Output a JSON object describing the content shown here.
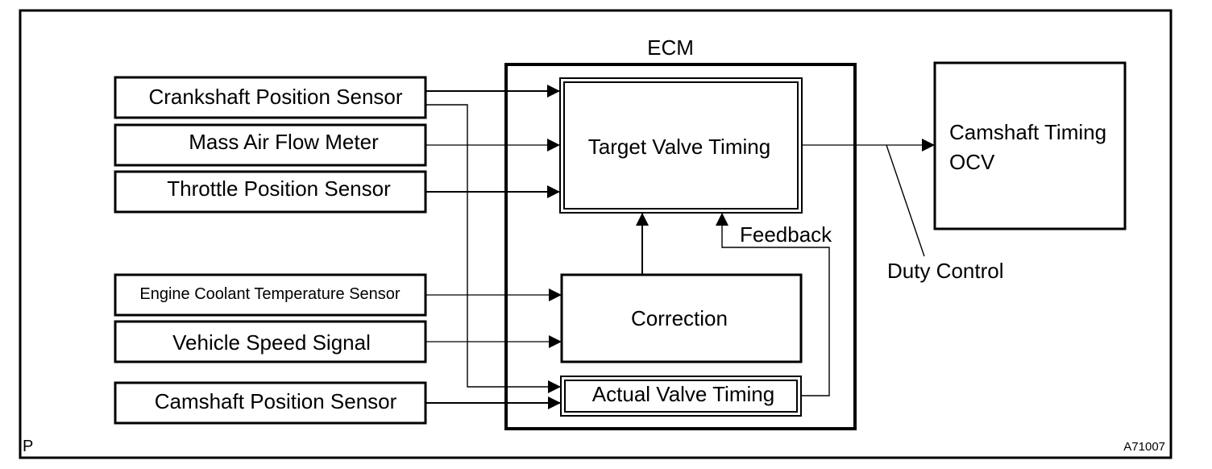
{
  "frame": {
    "corner_label": "P",
    "figure_code": "A71007"
  },
  "ecm": {
    "title": "ECM"
  },
  "inputs": {
    "crankshaft_position_sensor": "Crankshaft Position Sensor",
    "mass_air_flow_meter": "Mass Air Flow Meter",
    "throttle_position_sensor": "Throttle Position Sensor",
    "engine_coolant_temperature_sensor": "Engine Coolant Temperature Sensor",
    "vehicle_speed_signal": "Vehicle Speed Signal",
    "camshaft_position_sensor": "Camshaft Position Sensor"
  },
  "blocks": {
    "target_valve_timing": "Target Valve Timing",
    "correction": "Correction",
    "actual_valve_timing": "Actual Valve Timing"
  },
  "output": {
    "line1": "Camshaft Timing",
    "line2": "OCV"
  },
  "annotations": {
    "feedback": "Feedback",
    "duty_control": "Duty Control"
  }
}
